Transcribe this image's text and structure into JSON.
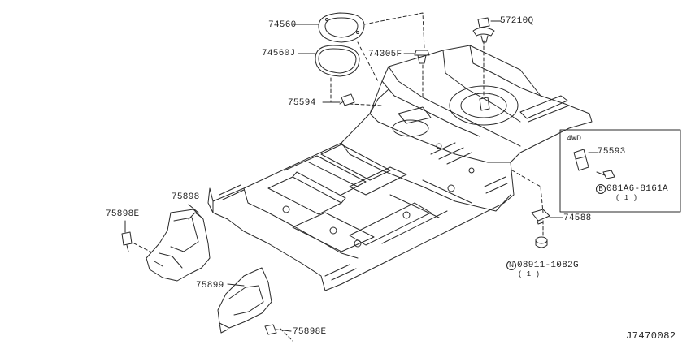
{
  "parts": {
    "p74560": "74560",
    "p74560J": "74560J",
    "p74305F": "74305F",
    "p57210Q": "57210Q",
    "p75594": "75594",
    "p75593": "75593",
    "p081A6": "081A6-8161A",
    "p081A6_qty": "( 1 )",
    "p75898": "75898",
    "p75898E_left": "75898E",
    "p74588": "74588",
    "p08911": "08911-1082G",
    "p08911_qty": "( 1 )",
    "p75899": "75899",
    "p75898E_bottom": "75898E"
  },
  "box_title": "4WD",
  "bolt_marker": "B",
  "nut_marker": "N",
  "diagram_ref": "J7470082"
}
